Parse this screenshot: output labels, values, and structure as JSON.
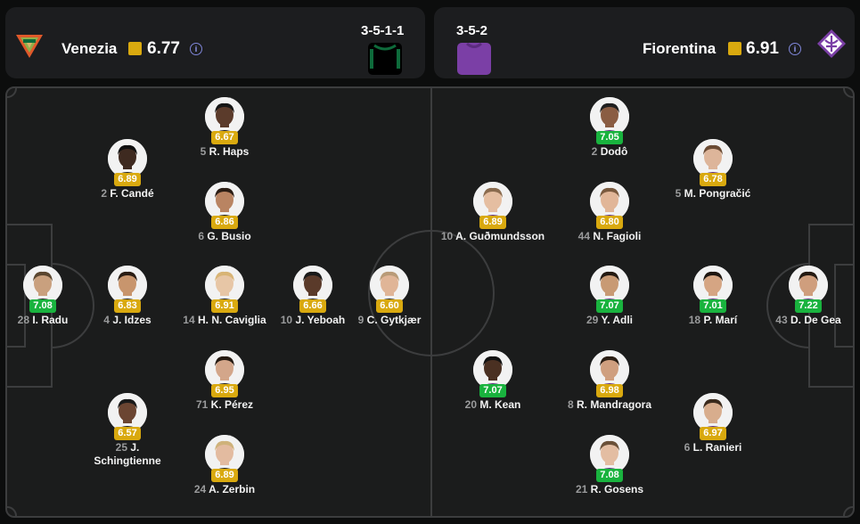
{
  "home": {
    "name": "Venezia",
    "rating": "6.77",
    "formation": "3-5-1-1",
    "logo_icon": "venezia-crest-icon",
    "kit_colors": [
      "#000000",
      "#0e6b3b"
    ]
  },
  "away": {
    "name": "Fiorentina",
    "rating": "6.91",
    "formation": "3-5-2",
    "logo_icon": "fiorentina-crest-icon",
    "kit_colors": [
      "#7b3fa6"
    ]
  },
  "rating_colors": {
    "yellow": "#d9a90f",
    "green": "#19b33e"
  },
  "players": [
    {
      "number": "28",
      "name": "I. Radu",
      "rating": "7.08",
      "color": "green",
      "skin": "#c9a07e",
      "hair": "#5a4630"
    },
    {
      "number": "4",
      "name": "J. Idzes",
      "rating": "6.83",
      "color": "yellow",
      "skin": "#c8956d",
      "hair": "#2a1d14"
    },
    {
      "number": "14",
      "name": "H. N. Caviglia",
      "rating": "6.91",
      "color": "yellow",
      "skin": "#e7c6a6",
      "hair": "#d8b475"
    },
    {
      "number": "10",
      "name": "J. Yeboah",
      "rating": "6.66",
      "color": "yellow",
      "skin": "#5a3a2a",
      "hair": "#1a1a1a"
    },
    {
      "number": "9",
      "name": "C. Gytkjær",
      "rating": "6.60",
      "color": "yellow",
      "skin": "#e0b597",
      "hair": "#b99b78"
    },
    {
      "number": "5",
      "name": "R. Haps",
      "rating": "6.67",
      "color": "yellow",
      "skin": "#5b3b2b",
      "hair": "#161616"
    },
    {
      "number": "2",
      "name": "F. Candé",
      "rating": "6.89",
      "color": "yellow",
      "skin": "#3e2a20",
      "hair": "#101010"
    },
    {
      "number": "6",
      "name": "G. Busio",
      "rating": "6.86",
      "color": "yellow",
      "skin": "#b98462",
      "hair": "#2b1d14"
    },
    {
      "number": "71",
      "name": "K. Pérez",
      "rating": "6.95",
      "color": "yellow",
      "skin": "#d3a68a",
      "hair": "#251a12"
    },
    {
      "number": "25",
      "name": "J. Schingtienne",
      "rating": "6.57",
      "color": "yellow",
      "skin": "#6b4532",
      "hair": "#1a1a1a"
    },
    {
      "number": "24",
      "name": "A. Zerbin",
      "rating": "6.89",
      "color": "yellow",
      "skin": "#e3bba0",
      "hair": "#cfb27a"
    },
    {
      "number": "2",
      "name": "Dodô",
      "rating": "7.05",
      "color": "green",
      "skin": "#8a5d43",
      "hair": "#1f1f1f"
    },
    {
      "number": "5",
      "name": "M. Pongračić",
      "rating": "6.78",
      "color": "yellow",
      "skin": "#ddb59a",
      "hair": "#6b4b34"
    },
    {
      "number": "10",
      "name": "A. Guðmundsson",
      "rating": "6.89",
      "color": "yellow",
      "skin": "#e5bea1",
      "hair": "#8a6b4e"
    },
    {
      "number": "44",
      "name": "N. Fagioli",
      "rating": "6.80",
      "color": "yellow",
      "skin": "#e1b698",
      "hair": "#7a5a3e"
    },
    {
      "number": "29",
      "name": "Y. Adli",
      "rating": "7.07",
      "color": "green",
      "skin": "#c89a74",
      "hair": "#241a12"
    },
    {
      "number": "18",
      "name": "P. Marí",
      "rating": "7.01",
      "color": "green",
      "skin": "#d5a583",
      "hair": "#1e1610"
    },
    {
      "number": "43",
      "name": "D. De Gea",
      "rating": "7.22",
      "color": "green",
      "skin": "#cf9e7d",
      "hair": "#241a12"
    },
    {
      "number": "20",
      "name": "M. Kean",
      "rating": "7.07",
      "color": "green",
      "skin": "#4a3022",
      "hair": "#121212"
    },
    {
      "number": "8",
      "name": "R. Mandragora",
      "rating": "6.98",
      "color": "yellow",
      "skin": "#cf9f7f",
      "hair": "#2a1e14"
    },
    {
      "number": "6",
      "name": "L. Ranieri",
      "rating": "6.97",
      "color": "yellow",
      "skin": "#d8ad8d",
      "hair": "#3a2a1c"
    },
    {
      "number": "21",
      "name": "R. Gosens",
      "rating": "7.08",
      "color": "green",
      "skin": "#e3bda2",
      "hair": "#6a5038"
    }
  ]
}
